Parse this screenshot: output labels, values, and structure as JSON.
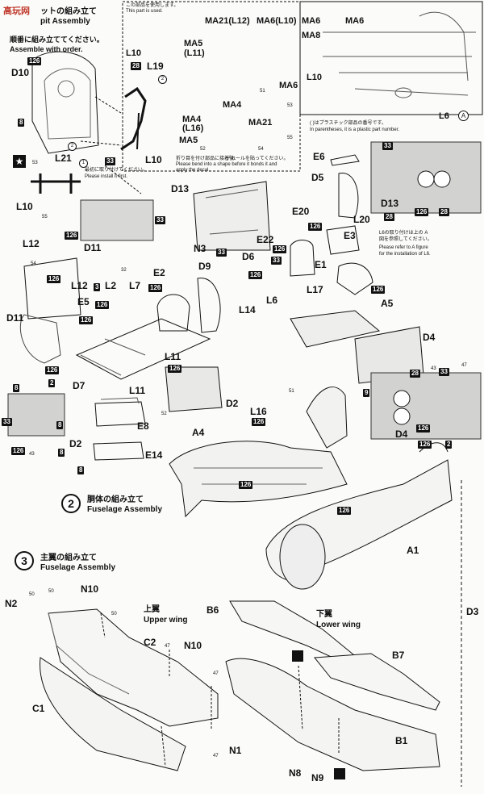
{
  "watermark": "高玩网",
  "header": {
    "cockpit_title_jp": "ットの組み立て",
    "cockpit_title_en": "pit Assembly",
    "order_jp": "順番に組み立ててください。",
    "order_en": "Assemble with order.",
    "used_jp": "この部品を使用します。",
    "used_en": "This part is used."
  },
  "notes": {
    "install_first_jp": "最初に取り付けてください。",
    "install_first_en": "Please install it first.",
    "plastic_jp": "( )はプラスチック部品の番号です。",
    "plastic_en": "In parentheses, it is a plastic part number.",
    "decal_jp": "折り目を付け部品に接着後、",
    "decal_jp2": "デカールを貼ってください。",
    "decal_en1": "Please bend into a shape before it bonds it and",
    "decal_en2": "apply the decal.",
    "l6_jp": "L6の取り付けは上の A",
    "l6_jp2": "図を参照してください。",
    "l6_en1": "Please refer to A figure",
    "l6_en2": "for the installation of L6."
  },
  "sections": [
    {
      "num": "2",
      "jp": "胴体の組み立て",
      "en": "Fuselage Assembly"
    },
    {
      "num": "3",
      "jp": "主翼の組み立て",
      "en": "Fuselage Assembly"
    }
  ],
  "wing_labels": {
    "upper_jp": "上翼",
    "upper_en": "Upper wing",
    "lower_jp": "下翼",
    "lower_en": "Lower wing"
  },
  "parts": {
    "p_126": "126",
    "p_28": "28",
    "p_33": "33",
    "p_8": "8",
    "p_2": "2",
    "p_53": "53",
    "p_55": "55",
    "p_54": "54",
    "p_32": "32",
    "p_3": "3",
    "p_43": "43",
    "p_9": "9",
    "p_47": "47",
    "p_51": "51",
    "p_52": "52",
    "p_50": "50",
    "p_1": "1",
    "D10": "D10",
    "L19": "L19",
    "L21": "L21",
    "L10": "L10",
    "L10b": "L10",
    "L10c": "L10",
    "D11": "D11",
    "D11b": "D11",
    "L12": "L12",
    "L12b": "L12",
    "E5": "E5",
    "L2": "L2",
    "L7": "L7",
    "E2": "E2",
    "D9": "D9",
    "L14": "L14",
    "L6": "L6",
    "L6b": "L6",
    "D7": "D7",
    "L11": "L11",
    "L11b": "L11",
    "E8": "E8",
    "E14": "E14",
    "D2": "D2",
    "D2b": "D2",
    "D13": "D13",
    "D13b": "D13",
    "N3": "N3",
    "D6": "D6",
    "E20": "E20",
    "E22": "E22",
    "E3": "E3",
    "E1": "E1",
    "L17": "L17",
    "A5": "A5",
    "D4": "D4",
    "D4b": "D4",
    "E6": "E6",
    "D5": "D5",
    "L20": "L20",
    "L16": "L16",
    "A4": "A4",
    "A1": "A1",
    "D3": "D3",
    "MA21": "MA21(L12)",
    "MA6": "MA6(L10)",
    "MA6b": "MA6",
    "MA8": "MA8",
    "MA5": "MA5",
    "MA5b": "(L11)",
    "MA4": "MA4",
    "MA4b": "MA4",
    "MA4c": "(L16)",
    "MA21b": "MA21",
    "MA5c": "MA5",
    "MA6c": "MA6",
    "N2": "N2",
    "N10": "N10",
    "N10b": "N10",
    "C2": "C2",
    "C1": "C1",
    "N1": "N1",
    "B6": "B6",
    "B7": "B7",
    "B1": "B1",
    "N8": "N8",
    "N9": "N9",
    "circleA": "A"
  }
}
